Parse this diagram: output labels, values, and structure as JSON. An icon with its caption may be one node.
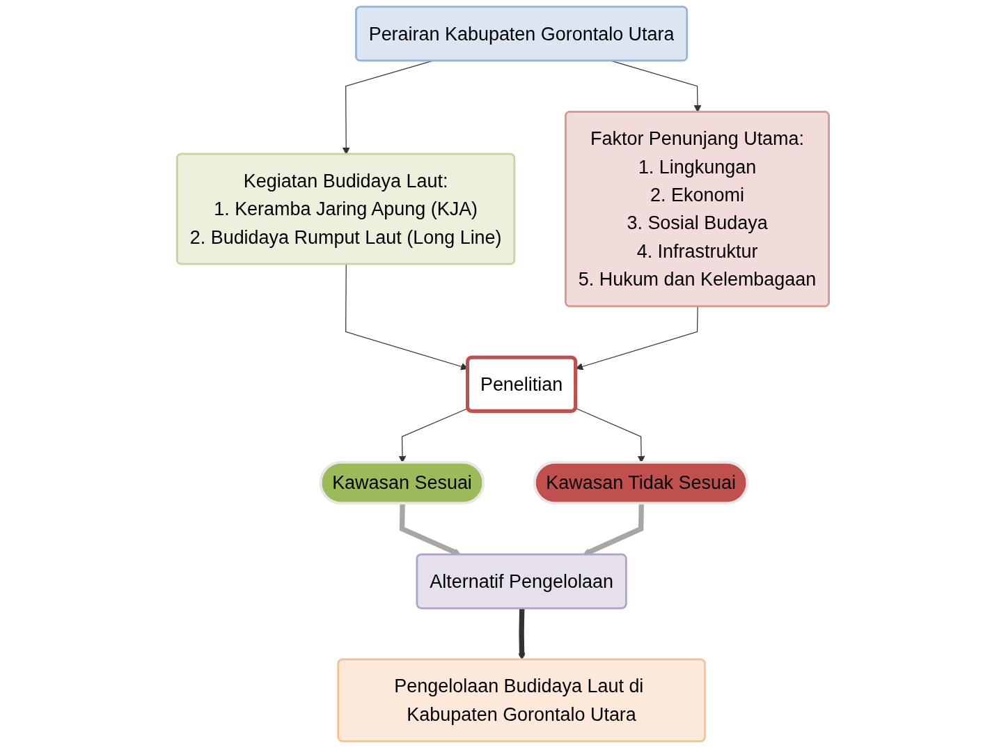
{
  "diagram": {
    "nodes": [
      {
        "text": [
          "Perairan Kabupaten Gorontalo Utara"
        ]
      },
      {
        "text": [
          "Kegiatan Budidaya Laut:",
          "1. Keramba Jaring Apung (KJA)",
          "2. Budidaya Rumput Laut (Long Line)"
        ]
      },
      {
        "text": [
          "Faktor Penunjang Utama:",
          "1. Lingkungan",
          "2. Ekonomi",
          "3. Sosial Budaya",
          "4. Infrastruktur",
          "5. Hukum dan Kelembagaan"
        ]
      },
      {
        "text": [
          "Penelitian"
        ]
      },
      {
        "text": [
          "Kawasan Sesuai"
        ]
      },
      {
        "text": [
          "Kawasan Tidak Sesuai"
        ]
      },
      {
        "text": [
          "Alternatif Pengelolaan"
        ]
      },
      {
        "text": [
          "Pengelolaan Budidaya Laut di Kabupaten Gorontalo Utara"
        ]
      }
    ],
    "edges": [
      {
        "from": 0,
        "to": 1,
        "arrow": "to"
      },
      {
        "from": 0,
        "to": 2,
        "arrow": "to"
      },
      {
        "from": 1,
        "to": 3,
        "arrow": "to"
      },
      {
        "from": 2,
        "to": 3,
        "arrow": "to"
      },
      {
        "from": 3,
        "to": 4,
        "arrow": "to"
      },
      {
        "from": 3,
        "to": 5,
        "arrow": "to"
      },
      {
        "from": 4,
        "to": 6,
        "arrow": "to",
        "style": "thick",
        "color": "#a6a6a6"
      },
      {
        "from": 5,
        "to": 6,
        "arrow": "to",
        "style": "thick",
        "color": "#a6a6a6"
      },
      {
        "from": 6,
        "to": 7,
        "arrow": "to",
        "style": "thick"
      }
    ]
  }
}
